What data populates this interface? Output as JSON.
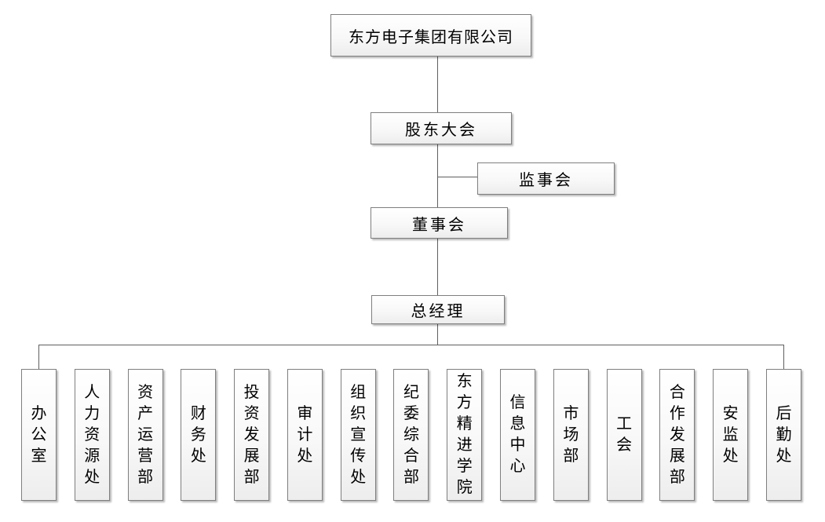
{
  "org": {
    "company": "东方电子集团有限公司",
    "shareholders_meeting": "股东大会",
    "supervisory_board": "监事会",
    "board_of_directors": "董事会",
    "general_manager": "总经理",
    "departments": [
      {
        "label": "办公室"
      },
      {
        "label": "人力资源处"
      },
      {
        "label": "资产运营部"
      },
      {
        "label": "财务处"
      },
      {
        "label": "投资发展部"
      },
      {
        "label": "审计处"
      },
      {
        "label": "组织宣传处"
      },
      {
        "label": "纪委综合部"
      },
      {
        "label": "东方精进学院"
      },
      {
        "label": "信息中心"
      },
      {
        "label": "市场部"
      },
      {
        "label": "工会"
      },
      {
        "label": "合作发展部"
      },
      {
        "label": "安监处"
      },
      {
        "label": "后勤处"
      }
    ]
  },
  "colors": {
    "background": "#ffffff",
    "box_border": "#7f7f7f",
    "box_fill_top": "#ffffff",
    "box_fill_bottom": "#ededed",
    "connector_line": "#5f5f5f",
    "text": "#000000"
  }
}
